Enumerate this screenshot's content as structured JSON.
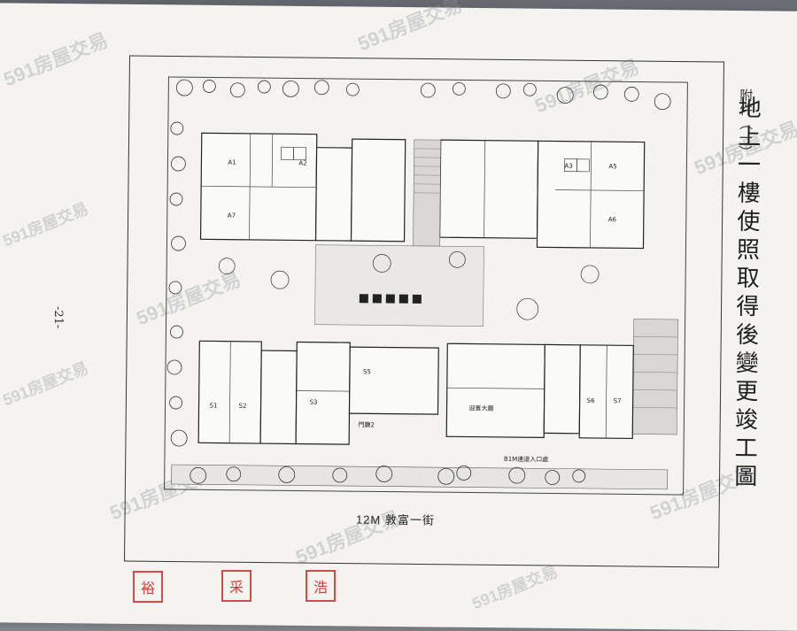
{
  "document": {
    "annex_label": "附件（一）",
    "title": "地上一樓使照取得後變更竣工圖",
    "page_number": "-21-",
    "street_label": "12M 敦富一街"
  },
  "plan_labels": {
    "units_north": [
      "A1",
      "A2",
      "A7",
      "A3",
      "A5",
      "A6"
    ],
    "shops_south": [
      "S1",
      "S2",
      "S3",
      "S5",
      "S6",
      "S7"
    ],
    "gate": "門廳2",
    "entrance": "B1M連道入口處",
    "lobby": "迎賓大廳"
  },
  "seals": [
    "裕",
    "采",
    "浩"
  ],
  "watermark": "591房屋交易"
}
